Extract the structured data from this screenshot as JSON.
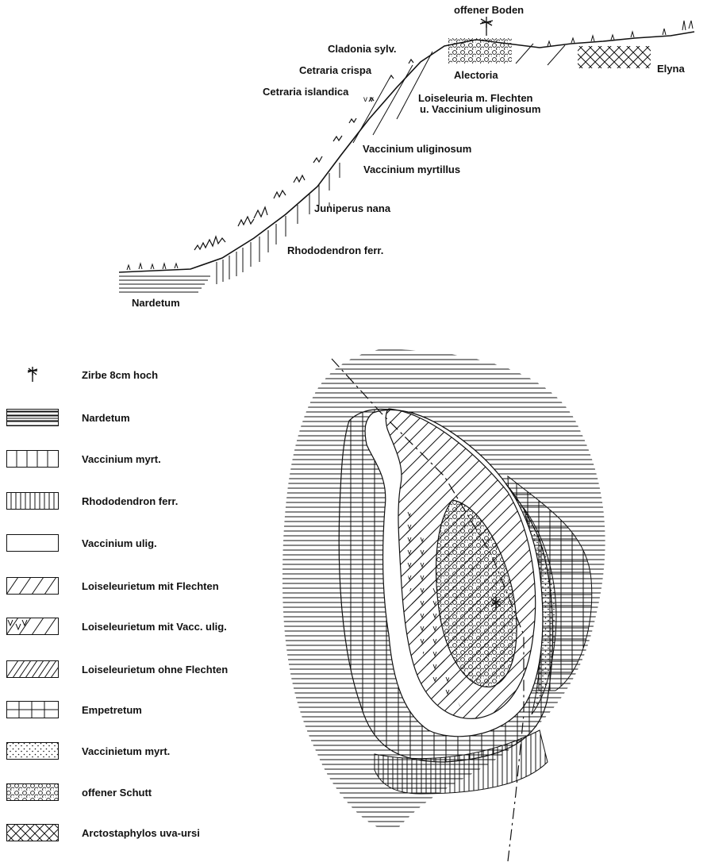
{
  "profile": {
    "labels": {
      "offener_boden": "offener Boden",
      "cladonia": "Cladonia  sylv.",
      "cetraria_crispa": "Cetraria crispa",
      "cetraria_islandica": "Cetraria islandica",
      "alectoria": "Alectoria",
      "elyna": "Elyna",
      "loiseleuria_1": "Loiseleuria m. Flechten",
      "loiseleuria_2": "u. Vaccinium uliginosum",
      "vacc_ulig": "Vaccinium uliginosum",
      "vacc_myrt": "Vaccinium myrtillus",
      "juniperus": "Juniperus nana",
      "rhododendron": "Rhododendron ferr.",
      "nardetum": "Nardetum"
    }
  },
  "legend": {
    "items": [
      {
        "pattern": "tree-icon",
        "label": "Zirbe 8cm hoch"
      },
      {
        "pattern": "horizontal-lines",
        "label": "Nardetum"
      },
      {
        "pattern": "wide-vertical-lines",
        "label": "Vaccinium myrt."
      },
      {
        "pattern": "narrow-vertical-lines",
        "label": "Rhododendron ferr."
      },
      {
        "pattern": "blank",
        "label": "Vaccinium ulig."
      },
      {
        "pattern": "diagonal-lines",
        "label": "Loiseleurietum mit Flechten"
      },
      {
        "pattern": "diagonal-lines-with-v",
        "label": "Loiseleurietum mit Vacc. ulig."
      },
      {
        "pattern": "dense-diagonal-lines",
        "label": "Loiseleurietum ohne Flechten"
      },
      {
        "pattern": "grid",
        "label": "Empetretum"
      },
      {
        "pattern": "dots",
        "label": "Vaccinietum myrt."
      },
      {
        "pattern": "circles",
        "label": "offener Schutt"
      },
      {
        "pattern": "crosshatch",
        "label": "Arctostaphylos uva-ursi"
      }
    ]
  }
}
